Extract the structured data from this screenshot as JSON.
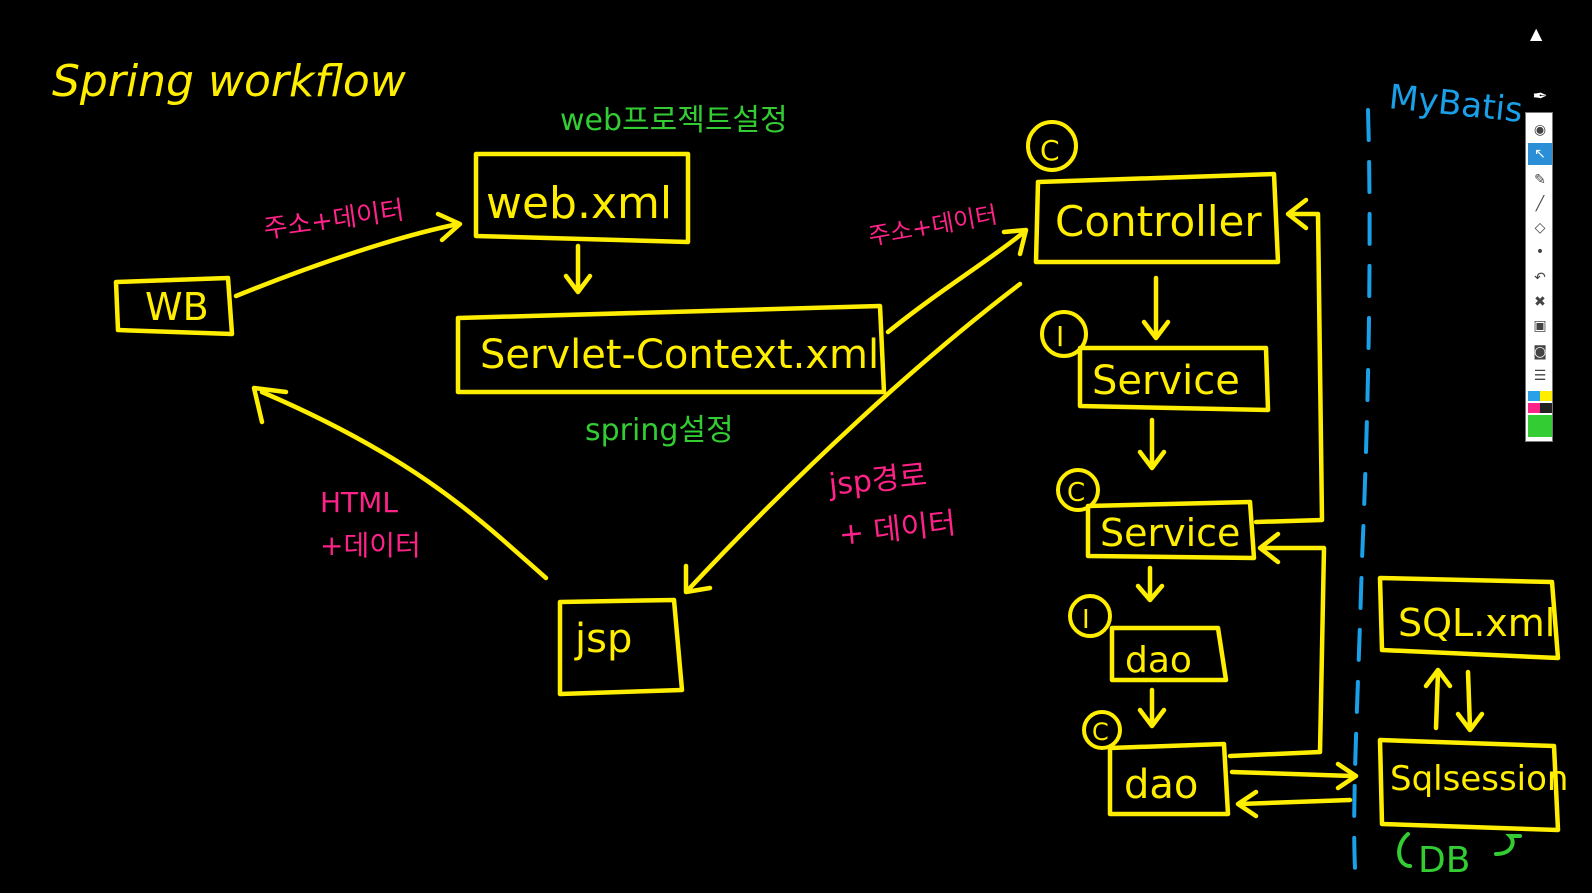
{
  "title": "Spring workflow",
  "nodes": {
    "wb": "WB",
    "web_xml": "web.xml",
    "servlet_context": "Servlet-Context.xml",
    "jsp": "jsp",
    "controller": "Controller",
    "service_i": "Service",
    "service_c": "Service",
    "dao_i": "dao",
    "dao_c": "dao",
    "sql_xml": "SQL.xml",
    "sqlsession": "Sqlsession",
    "mybatis": "MyBatis",
    "db": "DB"
  },
  "badges": {
    "controller": "C",
    "service_i": "I",
    "service_c": "C",
    "dao_i": "I",
    "dao_c": "C"
  },
  "notes": {
    "web_project_setting": "web프로젝트설정",
    "spring_setting": "spring설정",
    "addr_data_1": "주소+데이터",
    "addr_data_2": "주소+데이터",
    "html_line1": "HTML",
    "html_line2": "+데이터",
    "jsp_path_line1": "jsp경로",
    "jsp_path_line2": "+ 데이터"
  },
  "colors": {
    "ink_yellow": "#ffee00",
    "ink_green": "#33cc33",
    "ink_pink": "#ff2288",
    "ink_blue": "#1aa0e8",
    "background": "#000000"
  },
  "toolbar": {
    "tools": [
      "pin-icon",
      "eye-icon",
      "pointer-icon",
      "highlighter-icon",
      "pen-icon",
      "eraser-icon",
      "dot-icon",
      "undo-icon",
      "trash-icon",
      "screen-icon",
      "camera-icon",
      "clipboard-icon"
    ],
    "palette": [
      "#2aa0e8",
      "#ffee00",
      "#ff2288",
      "#222222",
      "#33cc33",
      "#33cc33"
    ]
  }
}
